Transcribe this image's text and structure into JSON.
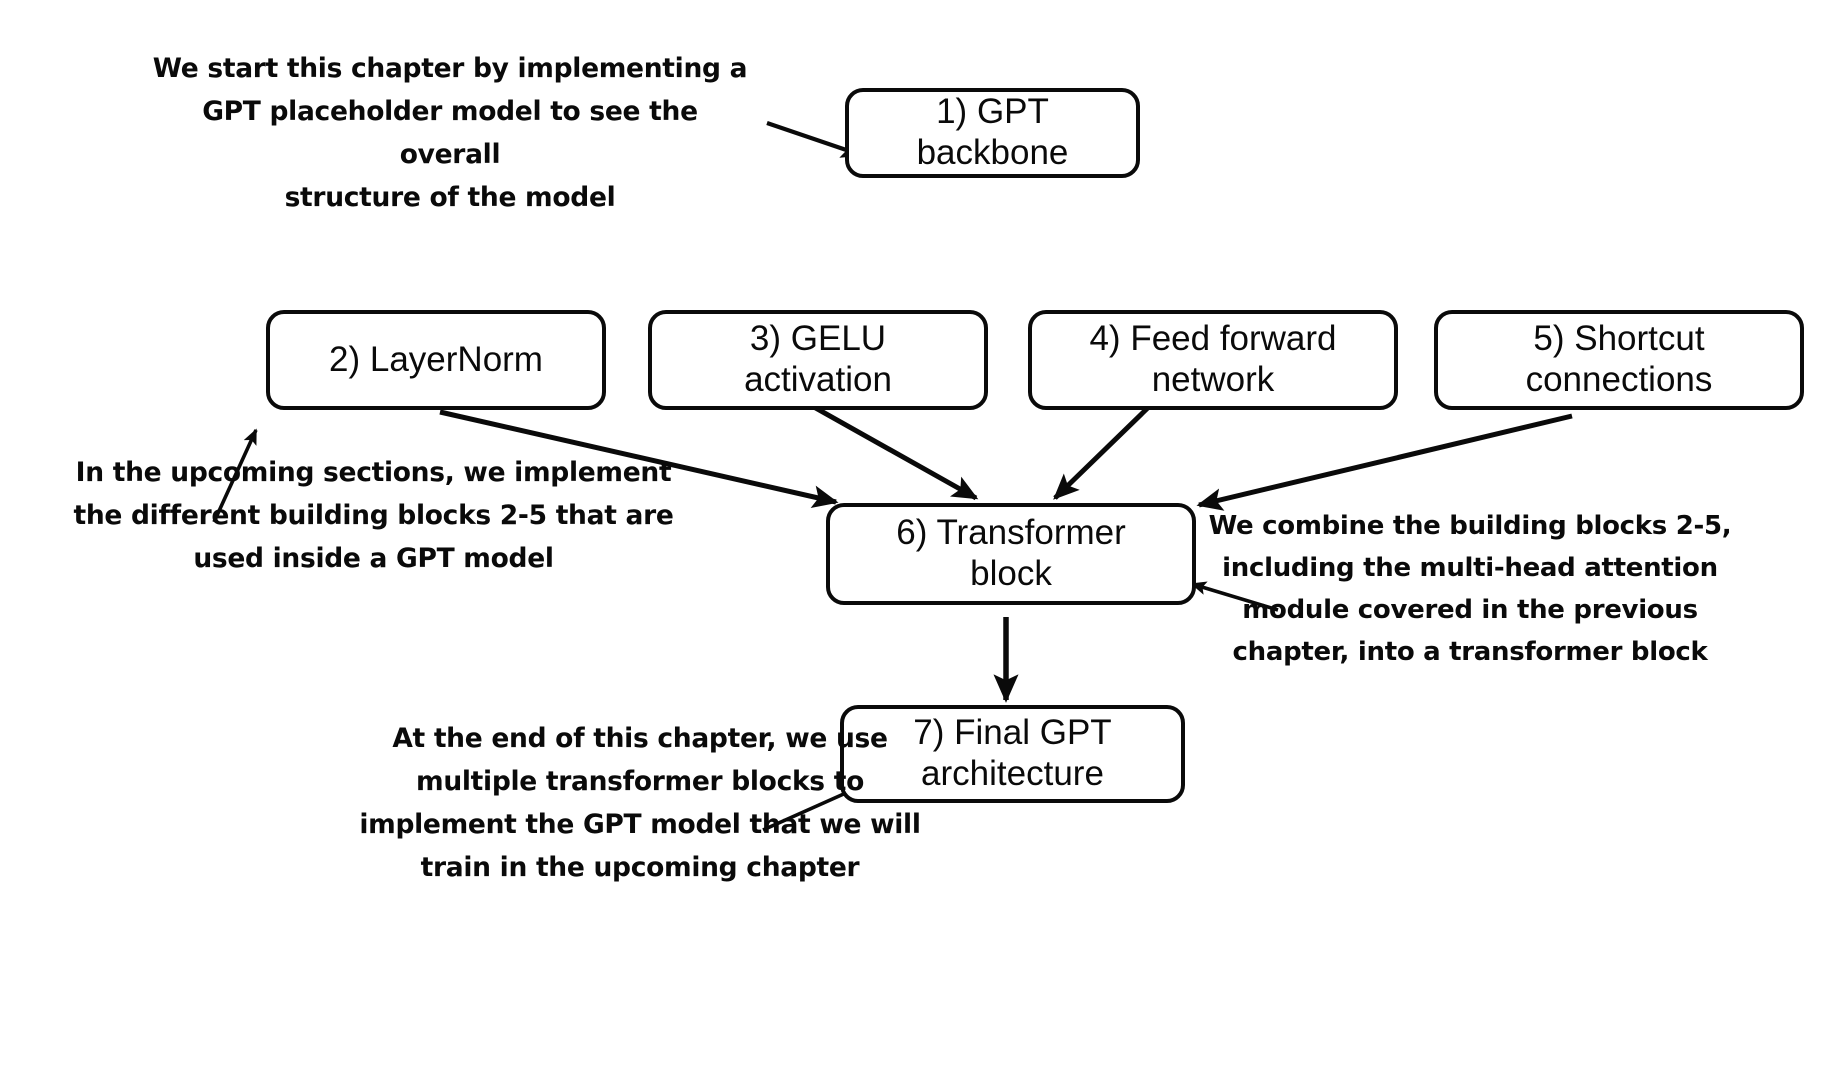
{
  "diagram": {
    "title": "GPT model implementation chapter roadmap",
    "background_color": "#ffffff",
    "stroke_color": "#0a0a0a",
    "nodes": [
      {
        "id": "gpt-backbone",
        "label": "1) GPT\nbackbone"
      },
      {
        "id": "layernorm",
        "label": "2) LayerNorm"
      },
      {
        "id": "gelu-activation",
        "label": "3) GELU\nactivation"
      },
      {
        "id": "feed-forward",
        "label": "4) Feed forward\nnetwork"
      },
      {
        "id": "shortcut",
        "label": "5) Shortcut\nconnections"
      },
      {
        "id": "transformer-block",
        "label": "6) Transformer\nblock"
      },
      {
        "id": "final-gpt",
        "label": "7) Final GPT\narchitecture"
      }
    ],
    "notes": [
      {
        "id": "note-top-left",
        "text": "We start this chapter by implementing a\nGPT placeholder model to see the overall\nstructure of the model"
      },
      {
        "id": "note-left",
        "text": "In the upcoming sections, we implement\nthe different building blocks 2-5 that are\nused inside a GPT model"
      },
      {
        "id": "note-right",
        "text": "We combine the building blocks 2-5,\nincluding the multi-head attention\nmodule covered in the previous\nchapter, into a transformer block"
      },
      {
        "id": "note-bottom",
        "text": "At the end of this chapter, we use\nmultiple transformer blocks to\nimplement the GPT model that we will\ntrain in the upcoming chapter"
      }
    ],
    "connections": [
      {
        "id": "arrow-note-to-backbone",
        "from": "note-top-left",
        "to": "gpt-backbone"
      },
      {
        "id": "arrow-layernorm-to-block",
        "from": "layernorm",
        "to": "transformer-block"
      },
      {
        "id": "arrow-gelu-to-block",
        "from": "gelu-activation",
        "to": "transformer-block"
      },
      {
        "id": "arrow-feedforward-to-block",
        "from": "feed-forward",
        "to": "transformer-block"
      },
      {
        "id": "arrow-shortcut-to-block",
        "from": "shortcut",
        "to": "transformer-block"
      },
      {
        "id": "arrow-block-to-final",
        "from": "transformer-block",
        "to": "final-gpt"
      },
      {
        "id": "arrow-note-left-to-layernorm",
        "from": "note-left",
        "to": "layernorm"
      },
      {
        "id": "arrow-note-right-to-block",
        "from": "note-right",
        "to": "transformer-block"
      },
      {
        "id": "arrow-note-bottom-to-final",
        "from": "note-bottom",
        "to": "final-gpt"
      }
    ]
  }
}
